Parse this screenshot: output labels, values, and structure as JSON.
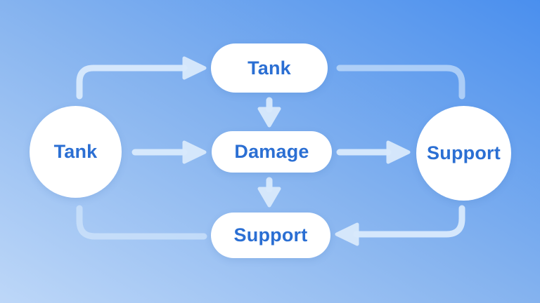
{
  "colors": {
    "background_bottom_left": "#bdd7f8",
    "background_mid": "#85b3ef",
    "background_top_right": "#4a8fee",
    "node_fill": "#ffffff",
    "label_text": "#2b6fd3",
    "connector": "#d9eafc"
  },
  "nodes": {
    "left_circle": {
      "label": "Tank",
      "shape": "circle"
    },
    "top_pill": {
      "label": "Tank",
      "shape": "pill"
    },
    "middle_pill": {
      "label": "Damage",
      "shape": "pill"
    },
    "bottom_pill": {
      "label": "Support",
      "shape": "pill"
    },
    "right_circle": {
      "label": "Support",
      "shape": "circle"
    }
  },
  "connectors": [
    {
      "from": "left_circle",
      "to": "top_pill",
      "style": "elbow-up-right",
      "arrowhead": true
    },
    {
      "from": "left_circle",
      "to": "middle_pill",
      "style": "straight-right",
      "arrowhead": true
    },
    {
      "from": "top_pill",
      "to": "middle_pill",
      "style": "straight-down",
      "arrowhead": true
    },
    {
      "from": "middle_pill",
      "to": "bottom_pill",
      "style": "straight-down",
      "arrowhead": true
    },
    {
      "from": "middle_pill",
      "to": "right_circle",
      "style": "straight-right",
      "arrowhead": true
    },
    {
      "from": "top_pill",
      "to": "right_circle",
      "style": "elbow-right-down",
      "arrowhead": false
    },
    {
      "from": "left_circle",
      "to": "bottom_pill",
      "style": "elbow-down-right",
      "arrowhead": false
    },
    {
      "from": "right_circle",
      "to": "bottom_pill",
      "style": "elbow-down-left",
      "arrowhead": true
    }
  ]
}
